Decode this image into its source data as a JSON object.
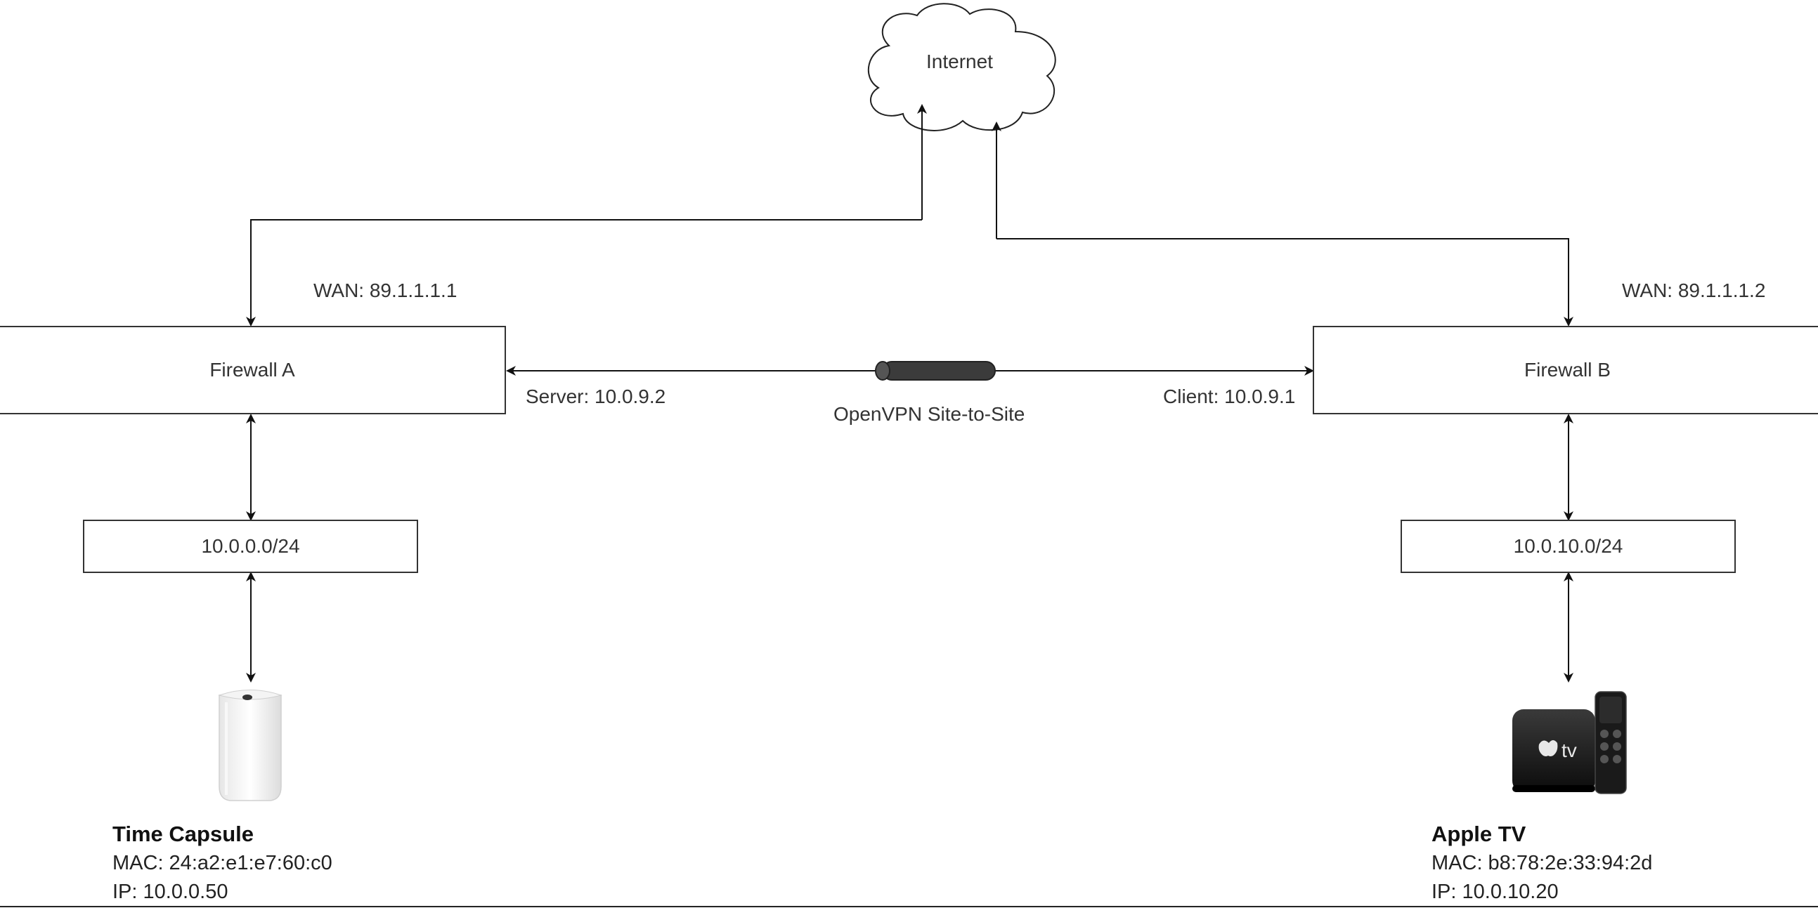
{
  "cloud": {
    "label": "Internet"
  },
  "firewall_a": {
    "label": "Firewall A",
    "wan": "WAN: 89.1.1.1.1",
    "tunnel_ip": "Server: 10.0.9.2"
  },
  "firewall_b": {
    "label": "Firewall B",
    "wan": "WAN: 89.1.1.1.2",
    "tunnel_ip": "Client: 10.0.9.1"
  },
  "vpn": {
    "label": "OpenVPN Site-to-Site"
  },
  "subnet_a": {
    "label": "10.0.0.0/24"
  },
  "subnet_b": {
    "label": "10.0.10.0/24"
  },
  "device_a": {
    "icon": "time-capsule-icon",
    "title": "Time Capsule",
    "mac": "MAC: 24:a2:e1:e7:60:c0",
    "ip": "IP: 10.0.0.50"
  },
  "device_b": {
    "icon": "apple-tv-icon",
    "title": "Apple TV",
    "mac": "MAC: b8:78:2e:33:94:2d",
    "ip": "IP: 10.0.10.20",
    "tv_glyph": "tv"
  }
}
